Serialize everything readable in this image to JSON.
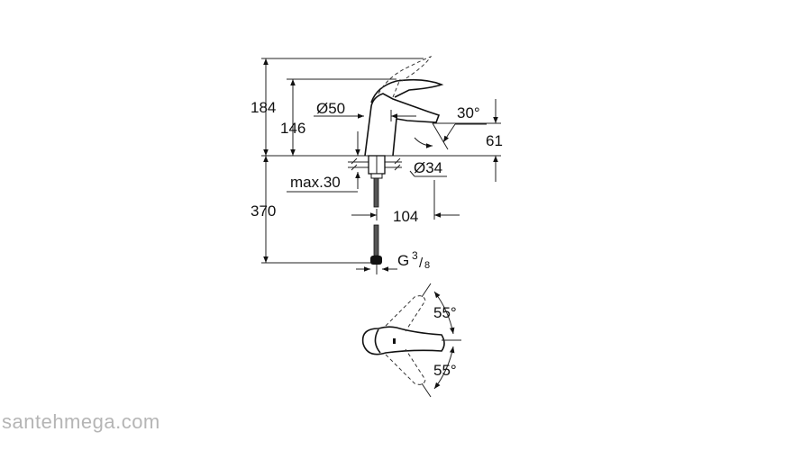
{
  "dimensions": {
    "total_height": "184",
    "spout_height": "146",
    "outlet_diameter": "Ø50",
    "spout_angle": "30°",
    "outlet_height": "61",
    "mount_diameter": "Ø34",
    "max_counter_thickness": "max.30",
    "hose_length": "370",
    "projection": "104",
    "connection_main": "G",
    "connection_num": "3",
    "connection_den": "8",
    "lever_angle_top": "55°",
    "lever_angle_bottom": "55°"
  },
  "watermark": "santehmega.com"
}
